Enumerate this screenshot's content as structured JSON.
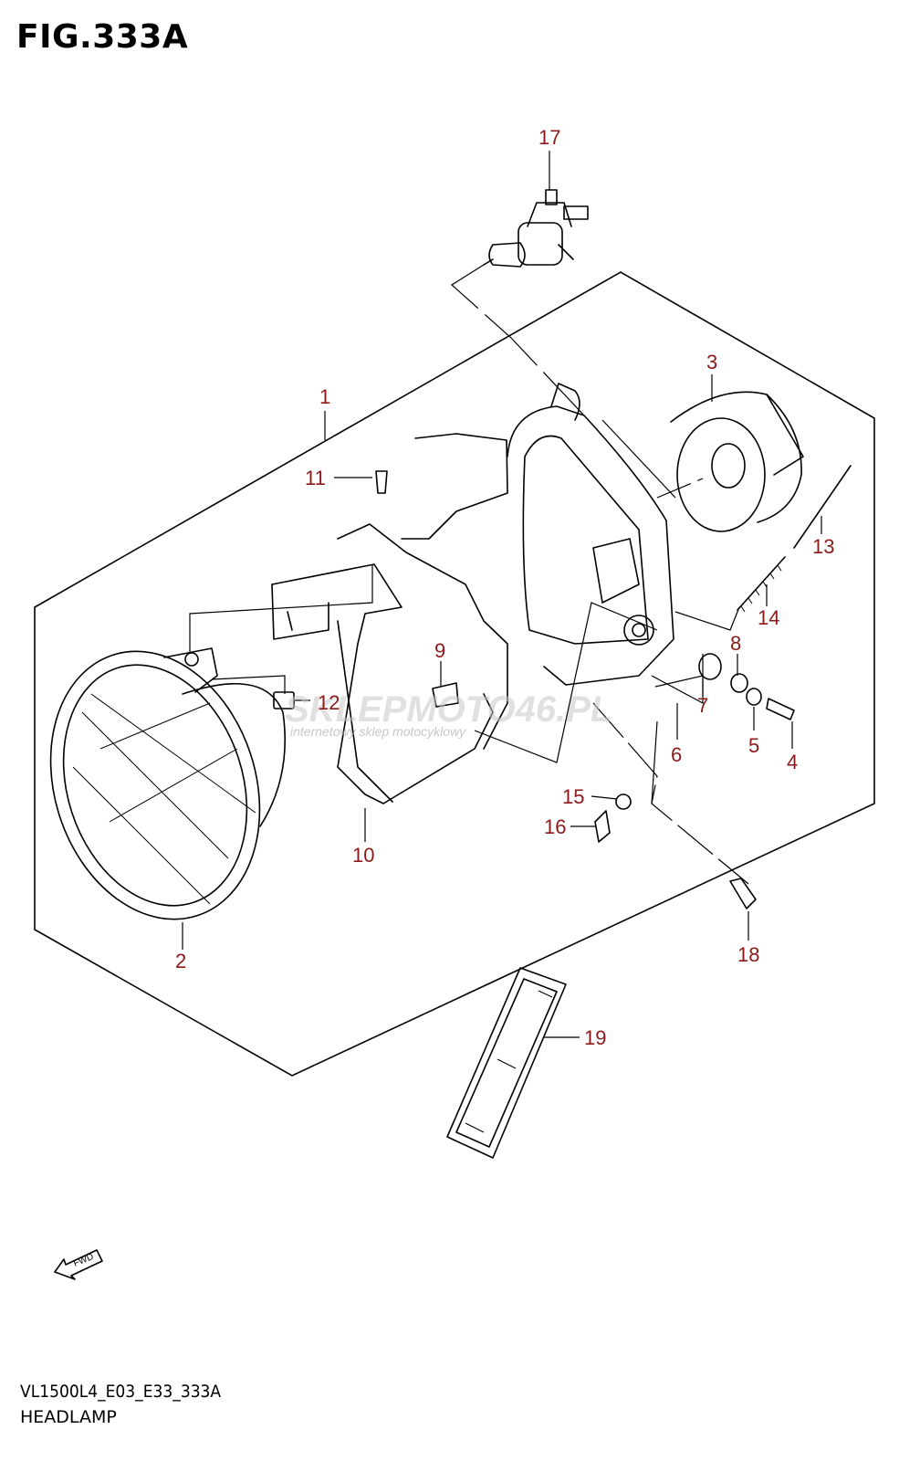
{
  "figure": {
    "title": "FIG.333A",
    "code": "VL1500L4_E03_E33_333A",
    "name": "HEADLAMP"
  },
  "callouts": [
    "1",
    "2",
    "3",
    "4",
    "5",
    "6",
    "7",
    "8",
    "9",
    "10",
    "11",
    "12",
    "13",
    "14",
    "15",
    "16",
    "17",
    "18",
    "19"
  ],
  "watermark": {
    "brand": "SKLEPMOTO46.PL",
    "tagline": "internetowy sklep motocyklowy"
  },
  "icons": {
    "fwd_arrow": "fwd-arrow-icon",
    "fwd_text": "FWD"
  },
  "colors": {
    "callout": "#8b1a1a",
    "line": "#000000",
    "watermark": "#c8c8c8"
  }
}
